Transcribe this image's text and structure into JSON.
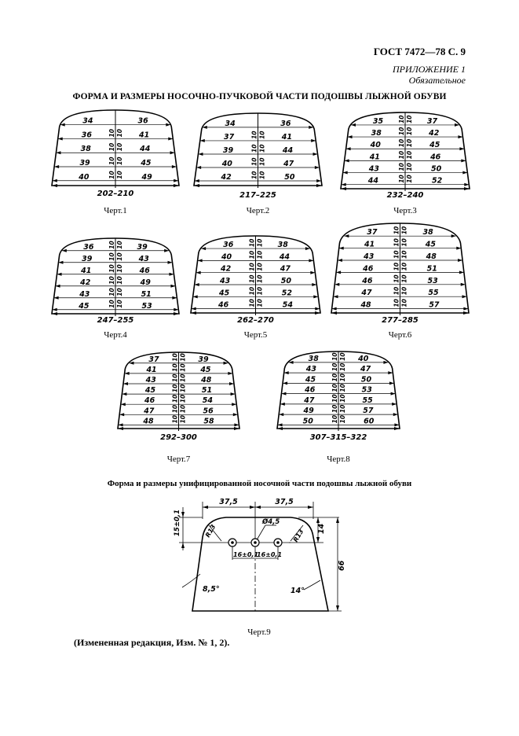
{
  "header": "ГОСТ 7472—78 С. 9",
  "appendix": "ПРИЛОЖЕНИЕ 1",
  "appendix_note": "Обязательное",
  "title": "ФОРМА И РАЗМЕРЫ НОСОЧНО-ПУЧКОВОЙ ЧАСТИ ПОДОШВЫ ЛЫЖНОЙ ОБУВИ",
  "subtitle": "Форма и размеры унифицированной носочной части подошвы лыжной обуви",
  "footer": "(Измененная редакция, Изм. № 1, 2).",
  "drawings": [
    {
      "caption": "Черт.1",
      "size": "202–210",
      "left": [
        "34",
        "36",
        "38",
        "39",
        "40"
      ],
      "right": [
        "36",
        "41",
        "44",
        "45",
        "49"
      ]
    },
    {
      "caption": "Черт.2",
      "size": "217–225",
      "left": [
        "34",
        "37",
        "39",
        "40",
        "42"
      ],
      "right": [
        "36",
        "41",
        "44",
        "47",
        "50"
      ]
    },
    {
      "caption": "Черт.3",
      "size": "232–240",
      "left": [
        "35",
        "38",
        "40",
        "41",
        "43",
        "44"
      ],
      "right": [
        "37",
        "42",
        "45",
        "46",
        "50",
        "52"
      ]
    },
    {
      "caption": "Черт.4",
      "size": "247–255",
      "left": [
        "36",
        "39",
        "41",
        "42",
        "43",
        "45"
      ],
      "right": [
        "39",
        "43",
        "46",
        "49",
        "51",
        "53"
      ]
    },
    {
      "caption": "Черт.5",
      "size": "262–270",
      "left": [
        "36",
        "40",
        "42",
        "43",
        "45",
        "46"
      ],
      "right": [
        "38",
        "44",
        "47",
        "50",
        "52",
        "54"
      ]
    },
    {
      "caption": "Черт.6",
      "size": "277–285",
      "left": [
        "37",
        "41",
        "43",
        "46",
        "46",
        "47",
        "48"
      ],
      "right": [
        "38",
        "45",
        "48",
        "51",
        "53",
        "55",
        "57"
      ]
    },
    {
      "caption": "Черт.7",
      "size": "292–300",
      "left": [
        "37",
        "41",
        "43",
        "45",
        "46",
        "47",
        "48"
      ],
      "right": [
        "39",
        "45",
        "48",
        "51",
        "54",
        "56",
        "58"
      ]
    },
    {
      "caption": "Черт.8",
      "size": "307–315–322",
      "left": [
        "38",
        "43",
        "45",
        "46",
        "47",
        "49",
        "50"
      ],
      "right": [
        "40",
        "47",
        "50",
        "53",
        "55",
        "57",
        "60"
      ]
    }
  ],
  "unified": {
    "caption": "Черт.9",
    "half_width_left": "37,5",
    "half_width_right": "37,5",
    "depth": "15±0,1",
    "hole_height": "14",
    "total_height": "66",
    "hole_diameter": "Ø4,5",
    "radius_left": "R13",
    "radius_right": "R13",
    "hole_spacing_left": "16±0,1",
    "hole_spacing_right": "16±0,1",
    "angle_left": "8,5°",
    "angle_right": "14°"
  }
}
